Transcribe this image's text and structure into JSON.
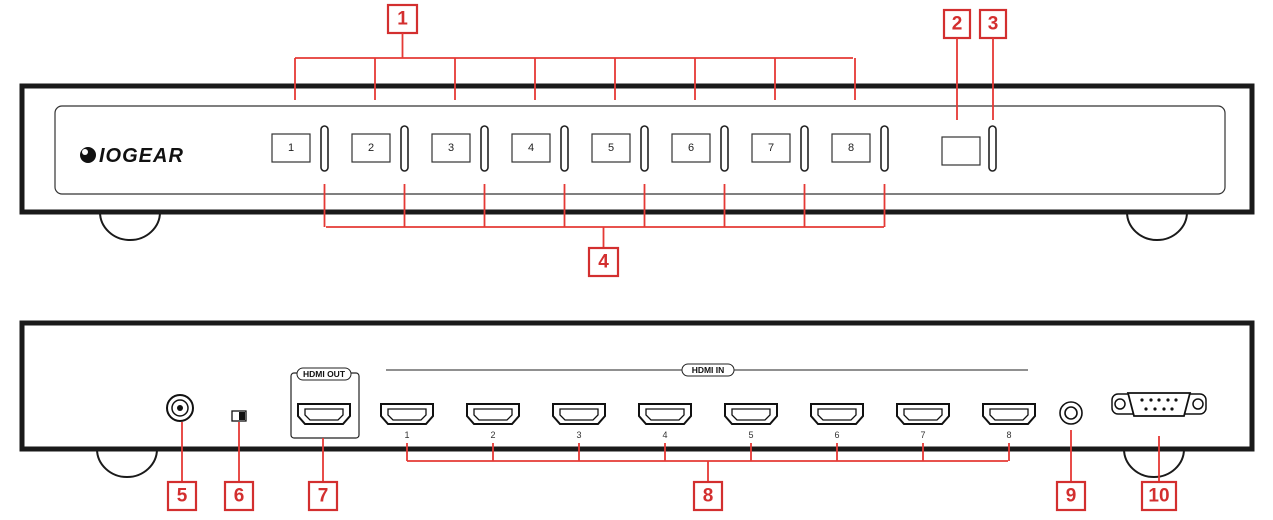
{
  "brand": {
    "logo_text": "IOGEAR"
  },
  "front_panel": {
    "buttons": [
      "1",
      "2",
      "3",
      "4",
      "5",
      "6",
      "7",
      "8"
    ]
  },
  "rear_panel": {
    "hdmi_out_label": "HDMI OUT",
    "hdmi_in_label": "HDMI IN",
    "hdmi_in_ports": [
      "1",
      "2",
      "3",
      "4",
      "5",
      "6",
      "7",
      "8"
    ]
  },
  "callouts": {
    "c1": "1",
    "c2": "2",
    "c3": "3",
    "c4": "4",
    "c5": "5",
    "c6": "6",
    "c7": "7",
    "c8": "8",
    "c9": "9",
    "c10": "10"
  },
  "colors": {
    "callout": "#d32f2f",
    "outline": "#1a1a1a"
  }
}
